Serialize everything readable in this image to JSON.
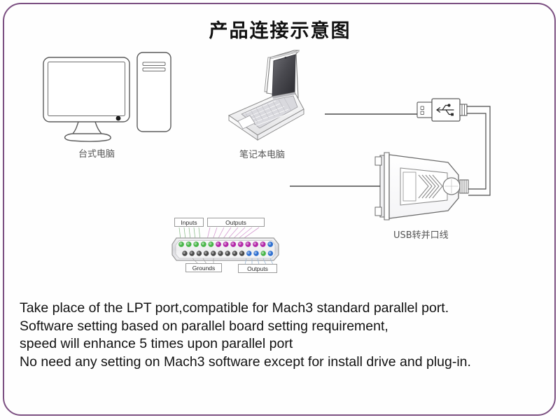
{
  "page": {
    "title": "产品连接示意图",
    "border_color": "#7b4f81",
    "background_color": "#fefefe"
  },
  "diagram": {
    "type": "product-connection-diagram",
    "devices": [
      {
        "id": "desktop",
        "label": "台式电脑",
        "icon": "desktop-computer-icon"
      },
      {
        "id": "laptop",
        "label": "笔记本电脑",
        "icon": "laptop-computer-icon"
      },
      {
        "id": "adapter",
        "label": "USB转并口线",
        "icon": "usb-to-parallel-adapter-icon"
      }
    ],
    "connector": {
      "name": "db25-parallel-connector",
      "labels": {
        "inputs": "Inputs",
        "outputs_top": "Outputs",
        "grounds": "Grounds",
        "outputs_bottom": "Outputs"
      },
      "pin_colors": {
        "inputs": "#49b649",
        "outputs": "#b327a8",
        "grounds": "#5b5b5b",
        "power": "#2f6fd0"
      },
      "top_row": [
        "#49b649",
        "#49b649",
        "#49b649",
        "#49b649",
        "#49b649",
        "#b327a8",
        "#b327a8",
        "#b327a8",
        "#b327a8",
        "#b327a8",
        "#b327a8",
        "#b327a8",
        "#2f6fd0"
      ],
      "bottom_row": [
        "#4a4a4a",
        "#4a4a4a",
        "#4a4a4a",
        "#4a4a4a",
        "#4a4a4a",
        "#4a4a4a",
        "#4a4a4a",
        "#4a4a4a",
        "#4a4a4a",
        "#2f6fd0",
        "#2f6fd0",
        "#49b649",
        "#2f6fd0"
      ]
    },
    "usb_plug": {
      "name": "usb-type-a-plug",
      "logo": "usb-trident-icon"
    }
  },
  "description": {
    "lines": [
      "Take place of the LPT port,compatible for Mach3 standard parallel port.",
      "Software setting based on parallel board setting requirement,",
      "speed will enhance 5 times upon parallel port",
      "No need any setting on Mach3 software except for install drive and plug-in."
    ]
  }
}
